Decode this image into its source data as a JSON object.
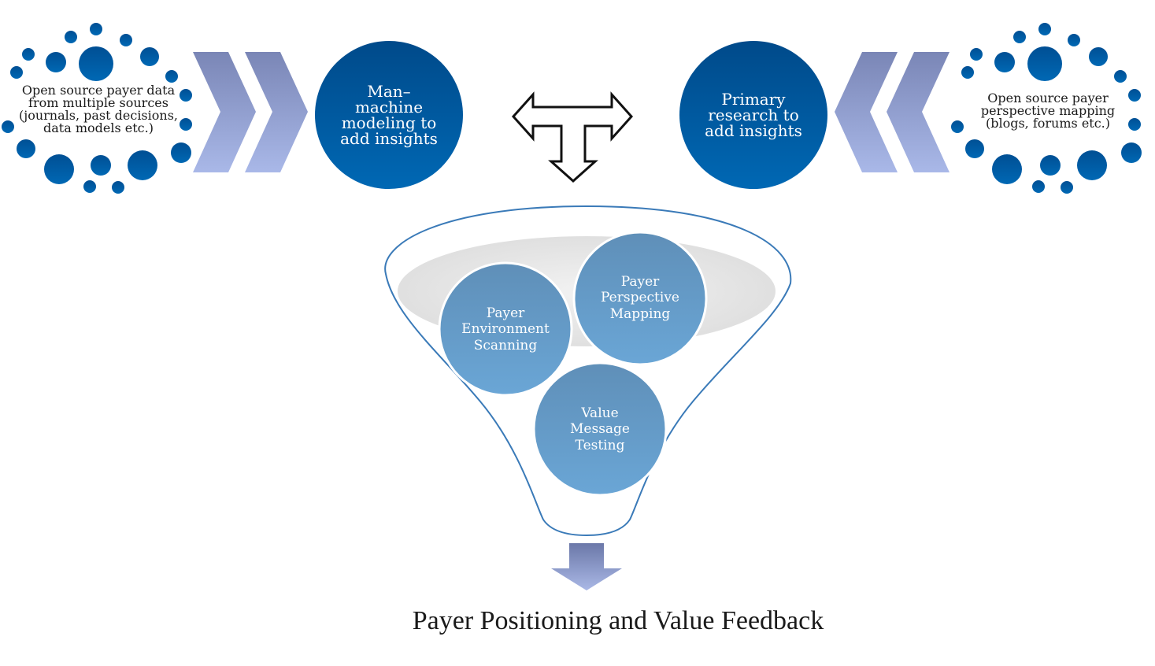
{
  "left_source": {
    "lines": [
      "Open source payer data",
      "from multiple sources",
      "(journals, past decisions,",
      "data models etc.)"
    ]
  },
  "left_process": {
    "lines": [
      "Man–",
      "machine",
      "modeling to",
      "add insights"
    ]
  },
  "right_process": {
    "lines": [
      "Primary",
      "research to",
      "add insights"
    ]
  },
  "right_source": {
    "lines": [
      "Open source payer",
      "perspective mapping",
      "(blogs, forums etc.)"
    ]
  },
  "funnel_items": [
    {
      "lines": [
        "Payer",
        "Environment",
        "Scanning"
      ]
    },
    {
      "lines": [
        "Payer",
        "Perspective",
        "Mapping"
      ]
    },
    {
      "lines": [
        "Value",
        "Message",
        "Testing"
      ]
    }
  ],
  "result": {
    "text": "Payer Positioning and Value Feedback"
  },
  "colors": {
    "dot_blue": "#0060a8",
    "circle_dark": "#004a8a",
    "circle_light": "#0068b4",
    "bubble_top": "#5f8fb8",
    "bubble_bottom": "#6aa6d6",
    "chevron": "#8c9ed0",
    "funnel_stroke": "#3a7ab8"
  },
  "icons": [
    "chevron-right-icon",
    "chevron-left-icon",
    "three-way-arrow-icon",
    "down-arrow-icon"
  ]
}
